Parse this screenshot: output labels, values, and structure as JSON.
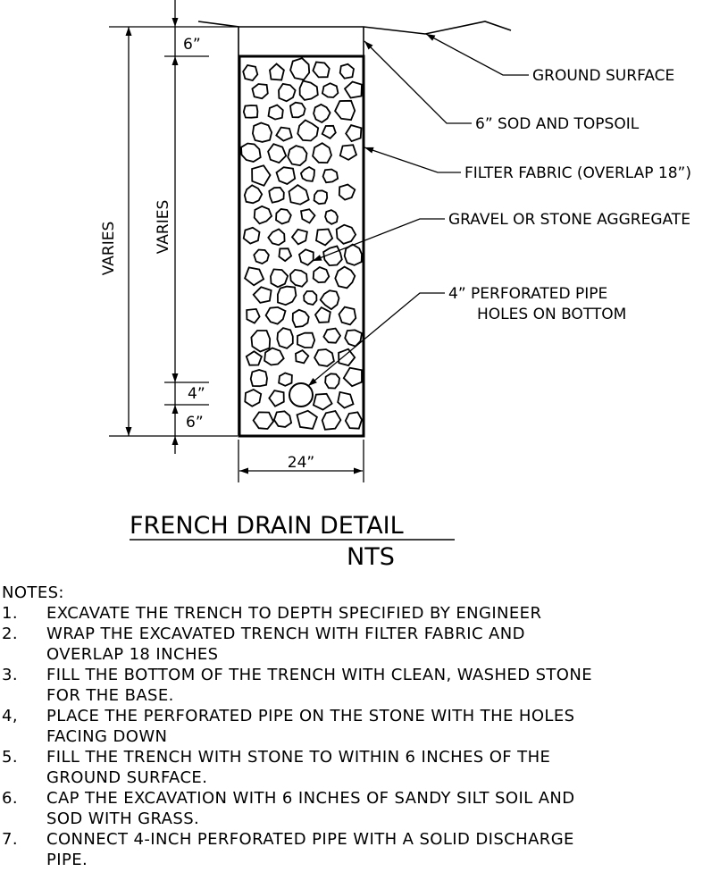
{
  "drawing": {
    "dimensions": {
      "top_depth": "6”",
      "overall_depth": "VARIES",
      "stone_depth": "VARIES",
      "pipe_size": "4”",
      "bottom_bedding": "6”",
      "trench_width": "24”"
    },
    "callouts": {
      "ground_surface": "GROUND SURFACE",
      "sod_topsoil": "6” SOD AND TOPSOIL",
      "filter_fabric": "FILTER FABRIC (OVERLAP 18”)",
      "aggregate": "GRAVEL OR STONE AGGREGATE",
      "pipe_line1": "4” PERFORATED PIPE",
      "pipe_line2": "HOLES ON BOTTOM"
    },
    "title": "FRENCH DRAIN DETAIL",
    "scale": "NTS"
  },
  "notes": {
    "heading": "NOTES:",
    "items": [
      {
        "num": "1.",
        "text": "EXCAVATE THE TRENCH TO DEPTH SPECIFIED BY ENGINEER"
      },
      {
        "num": "2.",
        "text": "WRAP THE EXCAVATED TRENCH WITH FILTER FABRIC AND\nOVERLAP 18 INCHES"
      },
      {
        "num": "3.",
        "text": "FILL THE BOTTOM OF THE TRENCH WITH CLEAN, WASHED STONE\nFOR THE BASE."
      },
      {
        "num": "4,",
        "text": "PLACE THE PERFORATED PIPE ON THE STONE WITH THE HOLES\nFACING DOWN"
      },
      {
        "num": "5.",
        "text": "FILL THE TRENCH WITH STONE TO WITHIN 6 INCHES OF THE\nGROUND SURFACE."
      },
      {
        "num": "6.",
        "text": "CAP THE EXCAVATION WITH 6 INCHES OF SANDY SILT SOIL AND\nSOD WITH GRASS."
      },
      {
        "num": "7.",
        "text": "CONNECT 4-INCH PERFORATED PIPE WITH A SOLID DISCHARGE\nPIPE."
      }
    ]
  }
}
